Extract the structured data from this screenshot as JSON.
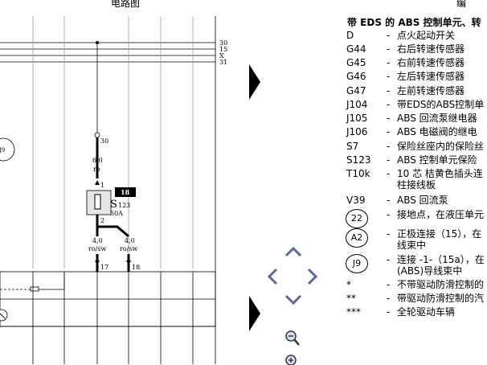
{
  "header": {
    "left_title": "电路图",
    "right_title": "编"
  },
  "diagram": {
    "bus_labels": [
      "30",
      "15",
      "X",
      "31"
    ],
    "node_top": "30",
    "component_left": "J9",
    "wire_top": {
      "size": "6,0",
      "color": "ro",
      "pin": "1"
    },
    "fuse": {
      "code": "S",
      "number": "123",
      "rating": "50A",
      "tag": "18",
      "pin_out": "2"
    },
    "wire_left": {
      "size": "4,0",
      "color": "ro/sw",
      "pin": "17"
    },
    "wire_right": {
      "size": "4,0",
      "color": "ro/sw",
      "pin": "18"
    }
  },
  "legend": {
    "title": "带 EDS 的 ABS 控制单元、转",
    "items": [
      {
        "code": "D",
        "desc": "点火起动开关"
      },
      {
        "code": "G44",
        "desc": "右后转速传感器"
      },
      {
        "code": "G45",
        "desc": "右前转速传感器"
      },
      {
        "code": "G46",
        "desc": "左后转速传感器"
      },
      {
        "code": "G47",
        "desc": "左前转速传感器"
      },
      {
        "code": "J104",
        "desc": "带EDS的ABS控制单"
      },
      {
        "code": "J105",
        "desc": "ABS 回流泵继电器"
      },
      {
        "code": "J106",
        "desc": "ABS 电磁阀的继电"
      },
      {
        "code": "S7",
        "desc": "保险丝座内的保险丝"
      },
      {
        "code": "S123",
        "desc": "ABS 控制单元保险"
      },
      {
        "code": "T10k",
        "desc": "10 芯 桔黄色插头连 柱接线板"
      },
      {
        "code": "V39",
        "desc": "ABS 回流泵"
      }
    ],
    "circle_items": [
      {
        "code": "22",
        "desc": "接地点，在液压单元"
      },
      {
        "code": "A2",
        "desc": "正极连接（15），在 线束中"
      },
      {
        "code": "J9",
        "desc": "连接 -1-（15a），在 (ABS)导线束中"
      }
    ],
    "notes": [
      {
        "code": "*",
        "desc": "不带驱动防滑控制的"
      },
      {
        "code": "**",
        "desc": "带驱动防滑控制的汽"
      },
      {
        "code": "***",
        "desc": "全轮驱动车辆"
      }
    ]
  }
}
